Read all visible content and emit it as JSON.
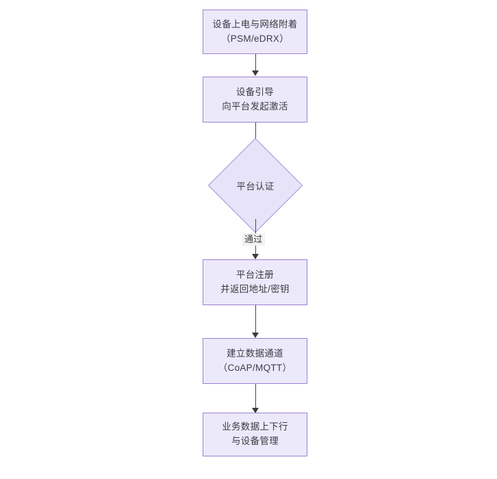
{
  "diagram": {
    "type": "flowchart",
    "orientation": "top-to-bottom",
    "title": "",
    "background_color": "#ffffff",
    "node_fill_color": "#ece9fb",
    "node_border_color": "#9b7fd4",
    "connector_color": "#44444a",
    "text_color": "#3c3c42",
    "nodes": [
      {
        "id": "n1",
        "shape": "rectangle",
        "line1": "设备上电与网络附着",
        "line2": "（PSM/eDRX）"
      },
      {
        "id": "n2",
        "shape": "rectangle",
        "line1": "设备引导",
        "line2": "向平台发起激活"
      },
      {
        "id": "n3",
        "shape": "diamond",
        "line1": "平台认证",
        "line2": ""
      },
      {
        "id": "n4",
        "shape": "rectangle",
        "line1": "平台注册",
        "line2": "并返回地址/密钥"
      },
      {
        "id": "n5",
        "shape": "rectangle",
        "line1": "建立数据通道",
        "line2": "（CoAP/MQTT）"
      },
      {
        "id": "n6",
        "shape": "rectangle",
        "line1": "业务数据上下行",
        "line2": "与设备管理"
      }
    ],
    "edges": [
      {
        "id": "e1",
        "from": "n1",
        "to": "n2",
        "label": ""
      },
      {
        "id": "e2",
        "from": "n2",
        "to": "n3",
        "label": ""
      },
      {
        "id": "e3",
        "from": "n3",
        "to": "n4",
        "label": "通过"
      },
      {
        "id": "e4",
        "from": "n4",
        "to": "n5",
        "label": ""
      },
      {
        "id": "e5",
        "from": "n5",
        "to": "n6",
        "label": ""
      }
    ]
  }
}
